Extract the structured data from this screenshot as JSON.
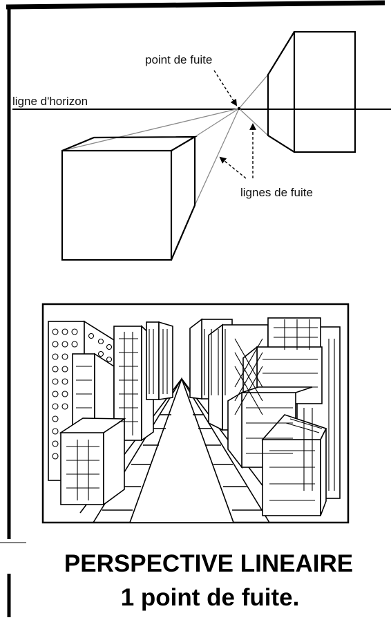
{
  "labels": {
    "vanishing_point": "point de fuite",
    "horizon_line": "ligne d'horizon",
    "vanishing_lines": "lignes de fuite"
  },
  "title": {
    "line1": "PERSPECTIVE LINEAIRE",
    "line2": "1 point de fuite."
  },
  "colors": {
    "ink": "#000000",
    "paper": "#ffffff",
    "guide": "#888888"
  }
}
